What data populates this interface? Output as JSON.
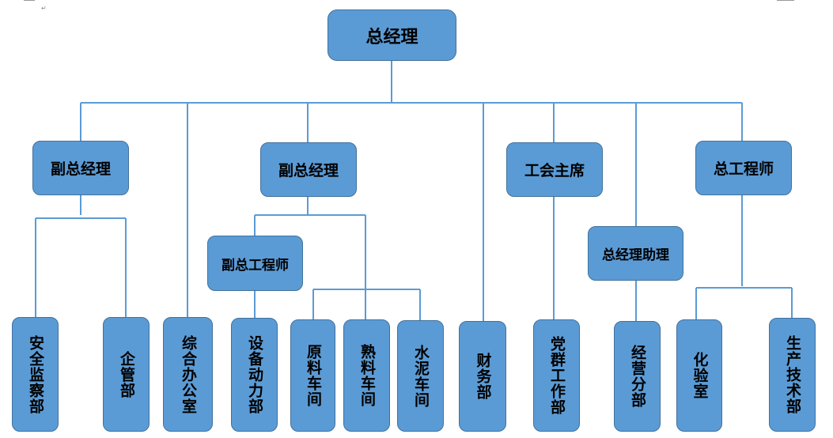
{
  "top": {
    "label": "总经理"
  },
  "level2": {
    "vp1": "副总经理",
    "vp2": "副总经理",
    "union": "工会主席",
    "chief_engineer": "总工程师",
    "deputy_chief_engineer": "副总工程师",
    "gm_assistant": "总经理助理"
  },
  "departments": {
    "safety": "安全监察部",
    "enterprise": "企管部",
    "general_office": "综合办公室",
    "equipment": "设备动力部",
    "raw_material": "原料车间",
    "clinker": "熟料车间",
    "cement": "水泥车间",
    "finance": "财务部",
    "party": "党群工作部",
    "marketing": "经营分部",
    "lab": "化验室",
    "production": "生产技术部"
  },
  "colors": {
    "box_fill": "#5b9bd5",
    "box_border": "#41719c",
    "line": "#5b9bd5"
  }
}
